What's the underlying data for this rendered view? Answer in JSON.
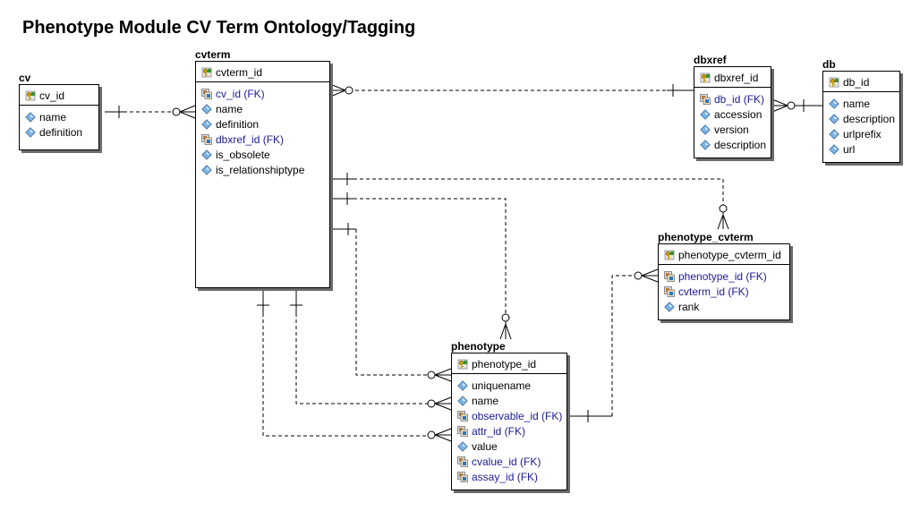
{
  "title": "Phenotype Module CV Term Ontology/Tagging",
  "entities": {
    "cv": {
      "name": "cv",
      "pk": "cv_id",
      "attrs": [
        {
          "label": "name",
          "fk": false
        },
        {
          "label": "definition",
          "fk": false
        }
      ]
    },
    "cvterm": {
      "name": "cvterm",
      "pk": "cvterm_id",
      "attrs": [
        {
          "label": "cv_id (FK)",
          "fk": true
        },
        {
          "label": "name",
          "fk": false
        },
        {
          "label": "definition",
          "fk": false
        },
        {
          "label": "dbxref_id (FK)",
          "fk": true
        },
        {
          "label": "is_obsolete",
          "fk": false
        },
        {
          "label": "is_relationshiptype",
          "fk": false
        }
      ]
    },
    "dbxref": {
      "name": "dbxref",
      "pk": "dbxref_id",
      "attrs": [
        {
          "label": "db_id (FK)",
          "fk": true
        },
        {
          "label": "accession",
          "fk": false
        },
        {
          "label": "version",
          "fk": false
        },
        {
          "label": "description",
          "fk": false
        }
      ]
    },
    "db": {
      "name": "db",
      "pk": "db_id",
      "attrs": [
        {
          "label": "name",
          "fk": false
        },
        {
          "label": "description",
          "fk": false
        },
        {
          "label": "urlprefix",
          "fk": false
        },
        {
          "label": "url",
          "fk": false
        }
      ]
    },
    "phenotype_cvterm": {
      "name": "phenotype_cvterm",
      "pk": "phenotype_cvterm_id",
      "attrs": [
        {
          "label": "phenotype_id (FK)",
          "fk": true
        },
        {
          "label": "cvterm_id (FK)",
          "fk": true
        },
        {
          "label": "rank",
          "fk": false
        }
      ]
    },
    "phenotype": {
      "name": "phenotype",
      "pk": "phenotype_id",
      "attrs": [
        {
          "label": "uniquename",
          "fk": false
        },
        {
          "label": "name",
          "fk": false
        },
        {
          "label": "observable_id (FK)",
          "fk": true
        },
        {
          "label": "attr_id (FK)",
          "fk": true
        },
        {
          "label": "value",
          "fk": false
        },
        {
          "label": "cvalue_id (FK)",
          "fk": true
        },
        {
          "label": "assay_id (FK)",
          "fk": true
        }
      ]
    }
  },
  "relationships": [
    {
      "from": "cv",
      "to": "cvterm",
      "cardinality": "one-to-zero-or-many"
    },
    {
      "from": "dbxref",
      "to": "cvterm",
      "cardinality": "one-to-zero-or-many"
    },
    {
      "from": "db",
      "to": "dbxref",
      "cardinality": "one-to-zero-or-many"
    },
    {
      "from": "cvterm",
      "to": "phenotype_cvterm",
      "cardinality": "one-to-zero-or-many"
    },
    {
      "from": "cvterm",
      "to": "phenotype",
      "cardinality": "one-to-zero-or-many"
    },
    {
      "from": "cvterm",
      "to": "phenotype",
      "cardinality": "one-to-zero-or-many"
    },
    {
      "from": "cvterm",
      "to": "phenotype",
      "cardinality": "one-to-zero-or-many"
    },
    {
      "from": "cvterm",
      "to": "phenotype",
      "cardinality": "one-to-zero-or-many"
    },
    {
      "from": "phenotype",
      "to": "phenotype_cvterm",
      "cardinality": "one-to-zero-or-many"
    }
  ],
  "colors": {
    "fk_text": "#1a1a99",
    "pk_key": "#c8a000",
    "attr_diamond": "#7fb3e6",
    "shadow": "#6b6b6b"
  }
}
